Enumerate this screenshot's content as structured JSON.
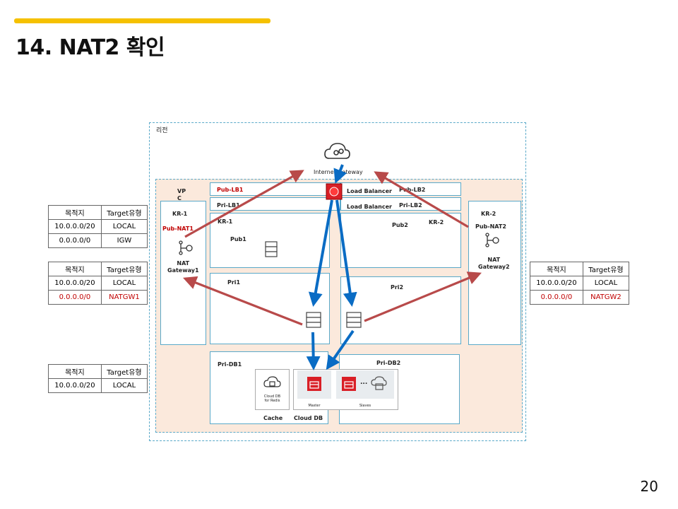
{
  "page": {
    "title": "14. NAT2 확인",
    "page_number": "20"
  },
  "diagram": {
    "region_label": "리전",
    "vpc_label": "VP\nC",
    "internet_gateway_label": "Internet Gateway",
    "kr1_left_label": "KR-1",
    "pub_nat1_label": "Pub-NAT1",
    "nat_gateway1_label": "NAT\nGateway1",
    "kr2_right_label": "KR-2",
    "pub_nat2_label": "Pub-NAT2",
    "nat_gateway2_label": "NAT\nGateway2",
    "pub_lb1_label": "Pub-LB1",
    "pri_lb1_label": "Pri-LB1",
    "pub_lb2_label": "Pub-LB2",
    "pri_lb2_label": "Pri-LB2",
    "load_balancer_pub_label": "Load Balancer",
    "load_balancer_pri_label": "Load Balancer",
    "kr1_inner_label": "KR-1",
    "pub1_label": "Pub1",
    "pub2_label": "Pub2",
    "kr2_inner_label": "KR-2",
    "pri1_label": "Pri1",
    "pri2_label": "Pri2",
    "pri_db1_label": "Pri-DB1",
    "pri_db2_label": "Pri-DB2",
    "cloud_db_redis_label": "Cloud DB\nfor Redis",
    "master_label": "Master",
    "slaves_label": "Slaves",
    "cache_label": "Cache",
    "cloud_db_label": "Cloud DB",
    "ellipsis": "..."
  },
  "route_tables": {
    "header": {
      "dest": "목적지",
      "target": "Target유형"
    },
    "table1": [
      {
        "dest": "10.0.0.0/20",
        "target": "LOCAL"
      },
      {
        "dest": "0.0.0.0/0",
        "target": "IGW"
      }
    ],
    "table2": [
      {
        "dest": "10.0.0.0/20",
        "target": "LOCAL"
      },
      {
        "dest": "0.0.0.0/0",
        "target": "NATGW1"
      }
    ],
    "table3": [
      {
        "dest": "10.0.0.0/20",
        "target": "LOCAL"
      },
      {
        "dest": "0.0.0.0/0",
        "target": "NATGW2"
      }
    ],
    "table4": [
      {
        "dest": "10.0.0.0/20",
        "target": "LOCAL"
      }
    ]
  },
  "colors": {
    "accent": "#f5c100",
    "red": "#c00000",
    "blue_arrow": "#0a6cc4",
    "red_arrow": "#b84a4a",
    "vpc_fill": "#fbe9dc",
    "region_border": "#5aa9c9"
  }
}
